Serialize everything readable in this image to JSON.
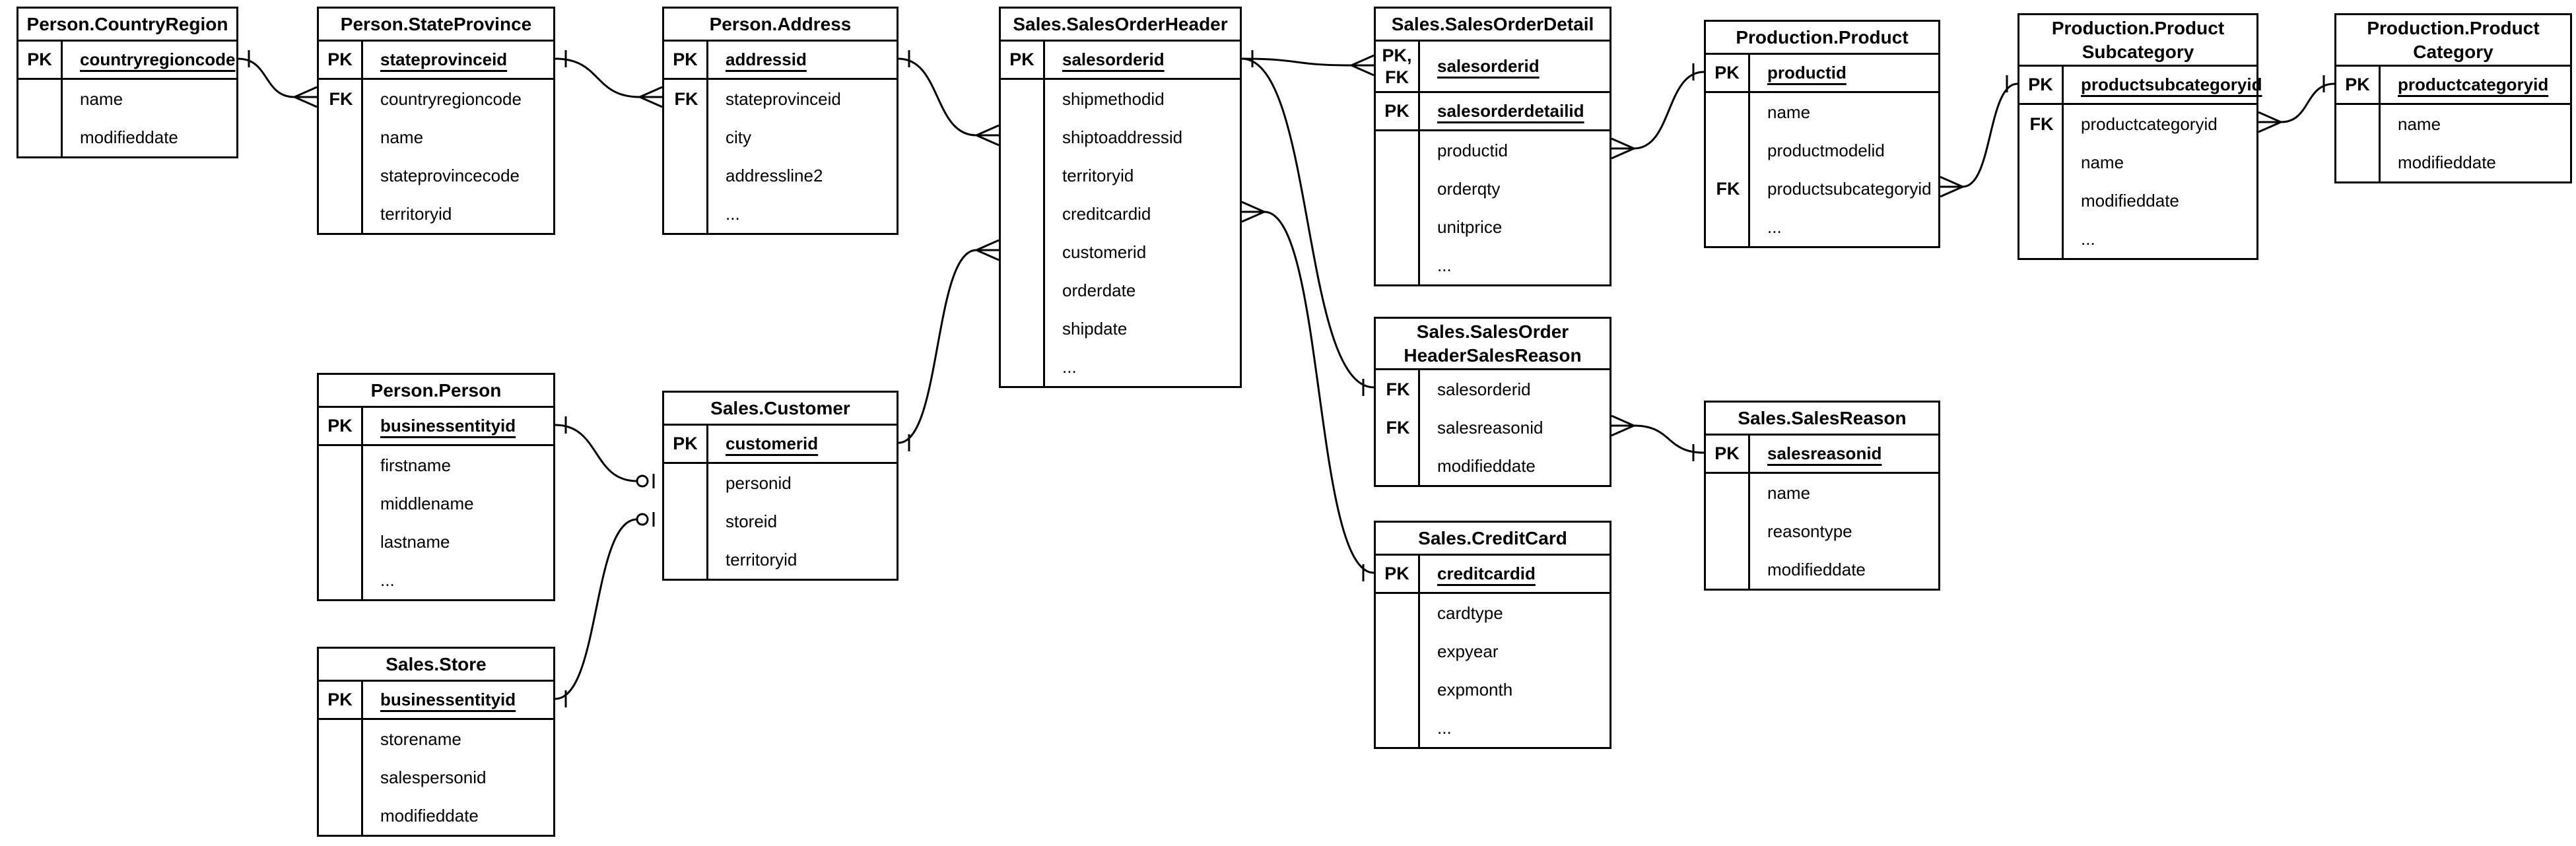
{
  "diagram": {
    "title": "AdventureWorks Sales ER Diagram",
    "type": "entity-relationship",
    "notation": "crows-foot",
    "background_color": "#ffffff",
    "line_color": "#000000",
    "text_color": "#000000"
  },
  "tables": [
    {
      "id": "Person.CountryRegion",
      "title": "Person.CountryRegion",
      "rows": [
        {
          "key": "PK",
          "field": "countryregioncode",
          "pk": true
        },
        {
          "key": "",
          "field": "name",
          "pk": false
        },
        {
          "key": "",
          "field": "modifieddate",
          "pk": false
        }
      ]
    },
    {
      "id": "Person.StateProvince",
      "title": "Person.StateProvince",
      "rows": [
        {
          "key": "PK",
          "field": "stateprovinceid",
          "pk": true
        },
        {
          "key": "FK",
          "field": "countryregioncode",
          "pk": false
        },
        {
          "key": "",
          "field": "name",
          "pk": false
        },
        {
          "key": "",
          "field": "stateprovincecode",
          "pk": false
        },
        {
          "key": "",
          "field": "territoryid",
          "pk": false
        }
      ]
    },
    {
      "id": "Person.Address",
      "title": "Person.Address",
      "rows": [
        {
          "key": "PK",
          "field": "addressid",
          "pk": true
        },
        {
          "key": "FK",
          "field": "stateprovinceid",
          "pk": false
        },
        {
          "key": "",
          "field": "city",
          "pk": false
        },
        {
          "key": "",
          "field": "addressline2",
          "pk": false
        },
        {
          "key": "",
          "field": "...",
          "pk": false
        }
      ]
    },
    {
      "id": "Sales.SalesOrderHeader",
      "title": "Sales.SalesOrderHeader",
      "rows": [
        {
          "key": "PK",
          "field": "salesorderid",
          "pk": true
        },
        {
          "key": "",
          "field": "shipmethodid",
          "pk": false
        },
        {
          "key": "",
          "field": "shiptoaddressid",
          "pk": false
        },
        {
          "key": "",
          "field": "territoryid",
          "pk": false
        },
        {
          "key": "",
          "field": "creditcardid",
          "pk": false
        },
        {
          "key": "",
          "field": "customerid",
          "pk": false
        },
        {
          "key": "",
          "field": "orderdate",
          "pk": false
        },
        {
          "key": "",
          "field": "shipdate",
          "pk": false
        },
        {
          "key": "",
          "field": "...",
          "pk": false
        }
      ]
    },
    {
      "id": "Sales.SalesOrderDetail",
      "title": "Sales.SalesOrderDetail",
      "rows": [
        {
          "key": "PK,\nFK",
          "field": "salesorderid",
          "pk": true
        },
        {
          "key": "PK",
          "field": "salesorderdetailid",
          "pk": true
        },
        {
          "key": "",
          "field": "productid",
          "pk": false
        },
        {
          "key": "",
          "field": "orderqty",
          "pk": false
        },
        {
          "key": "",
          "field": "unitprice",
          "pk": false
        },
        {
          "key": "",
          "field": "...",
          "pk": false
        }
      ]
    },
    {
      "id": "Production.Product",
      "title": "Production.Product",
      "rows": [
        {
          "key": "PK",
          "field": "productid",
          "pk": true
        },
        {
          "key": "",
          "field": "name",
          "pk": false
        },
        {
          "key": "",
          "field": "productmodelid",
          "pk": false
        },
        {
          "key": "FK",
          "field": "productsubcategoryid",
          "pk": false
        },
        {
          "key": "",
          "field": "...",
          "pk": false
        }
      ]
    },
    {
      "id": "Production.ProductSubcategory",
      "title": "Production.Product\nSubcategory",
      "rows": [
        {
          "key": "PK",
          "field": "productsubcategoryid",
          "pk": true
        },
        {
          "key": "FK",
          "field": "productcategoryid",
          "pk": false
        },
        {
          "key": "",
          "field": "name",
          "pk": false
        },
        {
          "key": "",
          "field": "modifieddate",
          "pk": false
        },
        {
          "key": "",
          "field": "...",
          "pk": false
        }
      ]
    },
    {
      "id": "Production.ProductCategory",
      "title": "Production.Product\nCategory",
      "rows": [
        {
          "key": "PK",
          "field": "productcategoryid",
          "pk": true
        },
        {
          "key": "",
          "field": "name",
          "pk": false
        },
        {
          "key": "",
          "field": "modifieddate",
          "pk": false
        }
      ]
    },
    {
      "id": "Person.Person",
      "title": "Person.Person",
      "rows": [
        {
          "key": "PK",
          "field": "businessentityid",
          "pk": true
        },
        {
          "key": "",
          "field": "firstname",
          "pk": false
        },
        {
          "key": "",
          "field": "middlename",
          "pk": false
        },
        {
          "key": "",
          "field": "lastname",
          "pk": false
        },
        {
          "key": "",
          "field": "...",
          "pk": false
        }
      ]
    },
    {
      "id": "Sales.Customer",
      "title": "Sales.Customer",
      "rows": [
        {
          "key": "PK",
          "field": "customerid",
          "pk": true
        },
        {
          "key": "",
          "field": "personid",
          "pk": false
        },
        {
          "key": "",
          "field": "storeid",
          "pk": false
        },
        {
          "key": "",
          "field": "territoryid",
          "pk": false
        }
      ]
    },
    {
      "id": "Sales.Store",
      "title": "Sales.Store",
      "rows": [
        {
          "key": "PK",
          "field": "businessentityid",
          "pk": true
        },
        {
          "key": "",
          "field": "storename",
          "pk": false
        },
        {
          "key": "",
          "field": "salespersonid",
          "pk": false
        },
        {
          "key": "",
          "field": "modifieddate",
          "pk": false
        }
      ]
    },
    {
      "id": "Sales.SalesOrderHeaderSalesReason",
      "title": "Sales.SalesOrder\nHeaderSalesReason",
      "rows": [
        {
          "key": "FK",
          "field": "salesorderid",
          "pk": false
        },
        {
          "key": "FK",
          "field": "salesreasonid",
          "pk": false
        },
        {
          "key": "",
          "field": "modifieddate",
          "pk": false
        }
      ]
    },
    {
      "id": "Sales.SalesReason",
      "title": "Sales.SalesReason",
      "rows": [
        {
          "key": "PK",
          "field": "salesreasonid",
          "pk": true
        },
        {
          "key": "",
          "field": "name",
          "pk": false
        },
        {
          "key": "",
          "field": "reasontype",
          "pk": false
        },
        {
          "key": "",
          "field": "modifieddate",
          "pk": false
        }
      ]
    },
    {
      "id": "Sales.CreditCard",
      "title": "Sales.CreditCard",
      "rows": [
        {
          "key": "PK",
          "field": "creditcardid",
          "pk": true
        },
        {
          "key": "",
          "field": "cardtype",
          "pk": false
        },
        {
          "key": "",
          "field": "expyear",
          "pk": false
        },
        {
          "key": "",
          "field": "expmonth",
          "pk": false
        },
        {
          "key": "",
          "field": "...",
          "pk": false
        }
      ]
    }
  ],
  "relationships": [
    {
      "from": "Person.CountryRegion.countryregioncode",
      "to": "Person.StateProvince.countryregioncode",
      "from_card": "one",
      "to_card": "many"
    },
    {
      "from": "Person.StateProvince.stateprovinceid",
      "to": "Person.Address.stateprovinceid",
      "from_card": "one",
      "to_card": "many"
    },
    {
      "from": "Person.Address.addressid",
      "to": "Sales.SalesOrderHeader.shiptoaddressid",
      "from_card": "one",
      "to_card": "many"
    },
    {
      "from": "Sales.Customer.customerid",
      "to": "Sales.SalesOrderHeader.customerid",
      "from_card": "one",
      "to_card": "many"
    },
    {
      "from": "Sales.SalesOrderHeader.salesorderid",
      "to": "Sales.SalesOrderDetail.salesorderid",
      "from_card": "one",
      "to_card": "many"
    },
    {
      "from": "Sales.SalesOrderHeader.salesorderid",
      "to": "Sales.SalesOrderHeaderSalesReason.salesorderid",
      "from_card": "one",
      "to_card": "one"
    },
    {
      "from": "Sales.SalesOrderHeader.creditcardid",
      "to": "Sales.CreditCard.creditcardid",
      "from_card": "many",
      "to_card": "one"
    },
    {
      "from": "Sales.SalesOrderHeaderSalesReason.salesreasonid",
      "to": "Sales.SalesReason.salesreasonid",
      "from_card": "many",
      "to_card": "one"
    },
    {
      "from": "Sales.SalesOrderDetail.productid",
      "to": "Production.Product.productid",
      "from_card": "many",
      "to_card": "one"
    },
    {
      "from": "Production.Product.productsubcategoryid",
      "to": "Production.ProductSubcategory.productsubcategoryid",
      "from_card": "many",
      "to_card": "one"
    },
    {
      "from": "Production.ProductSubcategory.productcategoryid",
      "to": "Production.ProductCategory.productcategoryid",
      "from_card": "many",
      "to_card": "one"
    },
    {
      "from": "Person.Person.businessentityid",
      "to": "Sales.Customer.personid",
      "from_card": "one",
      "to_card": "zero-or-one"
    },
    {
      "from": "Sales.Store.businessentityid",
      "to": "Sales.Customer.storeid",
      "from_card": "one",
      "to_card": "zero-or-one"
    }
  ]
}
